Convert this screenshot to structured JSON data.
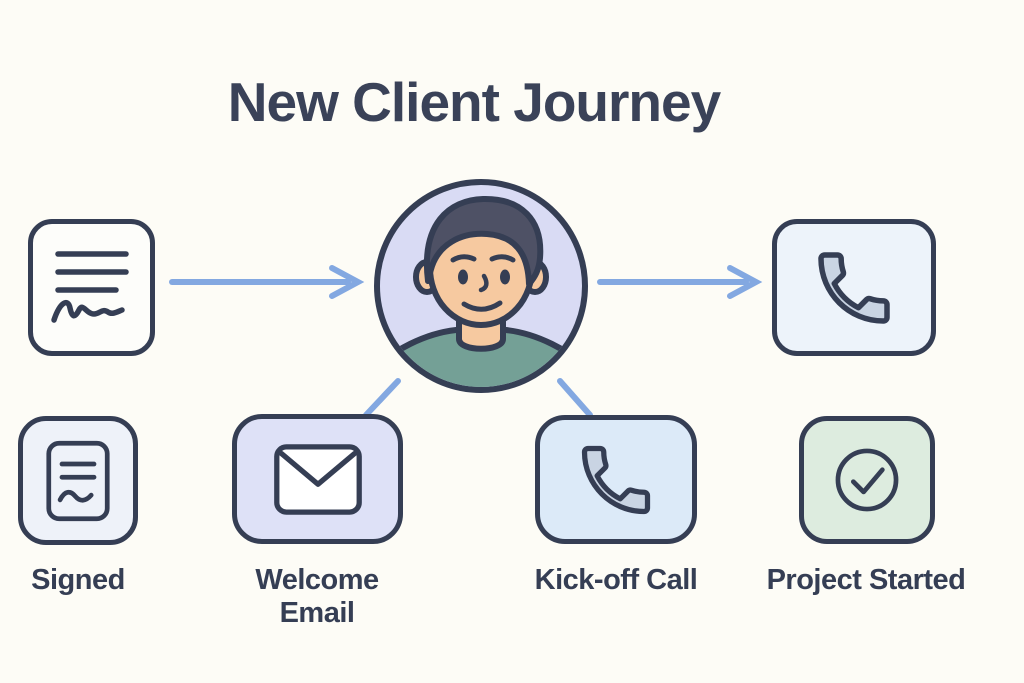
{
  "title": "New Client Journey",
  "flow": {
    "start_icon": "signed-contract-icon",
    "center_icon": "client-avatar",
    "end_icon": "phone-icon",
    "arrows": [
      "contract-to-client",
      "client-to-call"
    ],
    "connectors": [
      "client-to-welcome-email",
      "client-to-kickoff-call"
    ]
  },
  "steps": [
    {
      "label": "Signed",
      "icon": "signed-document-icon"
    },
    {
      "label": "Welcome Email",
      "icon": "envelope-icon"
    },
    {
      "label": "Kick-off Call",
      "icon": "phone-icon"
    },
    {
      "label": "Project Started",
      "icon": "check-circle-icon"
    }
  ],
  "theme": {
    "bg": "#fdfcf6",
    "ink": "#353e54",
    "title": "#3a4258",
    "arrow": "#83a8e1",
    "card-white": "#fdfdfa",
    "card-blue-light": "#edf3fa",
    "card-blue": "#dceaf8",
    "card-lavender": "#dee1f7",
    "card-mint": "#ddecdf",
    "avatar-bg": "#d9dbf4",
    "skin": "#f6c9a0",
    "hair": "#4e5165",
    "shirt": "#74a096",
    "phone-fill": "#c9d4e3"
  }
}
